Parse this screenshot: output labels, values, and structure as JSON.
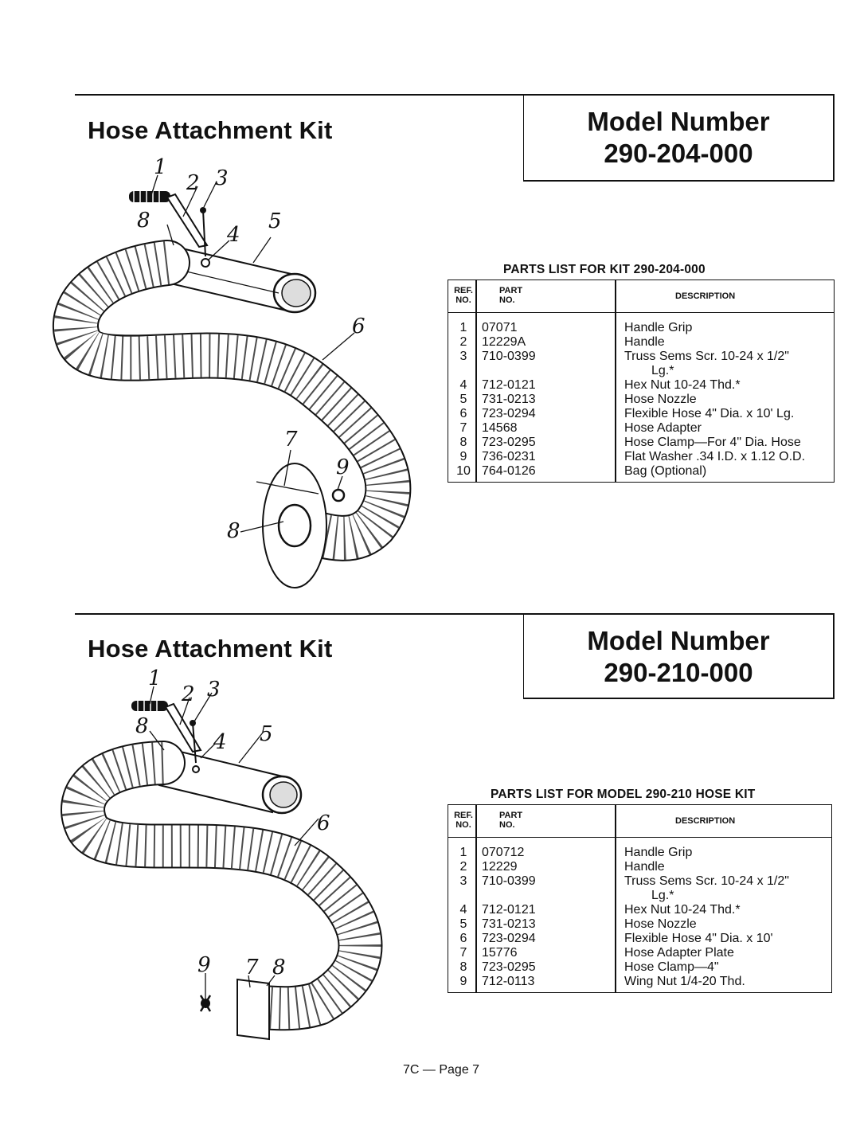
{
  "kits": [
    {
      "title": "Hose Attachment Kit",
      "model_label": "Model Number",
      "model_number": "290-204-000",
      "parts_heading": "PARTS LIST FOR KIT 290-204-000",
      "columns": {
        "ref_line1": "REF.",
        "ref_line2": "NO.",
        "part_line1": "PART",
        "part_line2": "NO.",
        "description": "DESCRIPTION"
      },
      "rows": [
        {
          "ref": "1",
          "part": "07071",
          "desc": "Handle Grip"
        },
        {
          "ref": "2",
          "part": "12229A",
          "desc": "Handle"
        },
        {
          "ref": "3",
          "part": "710-0399",
          "desc": "Truss Sems Scr. 10-24 x 1/2\"",
          "desc2": "Lg.*"
        },
        {
          "ref": "4",
          "part": "712-0121",
          "desc": "Hex Nut 10-24 Thd.*"
        },
        {
          "ref": "5",
          "part": "731-0213",
          "desc": "Hose Nozzle"
        },
        {
          "ref": "6",
          "part": "723-0294",
          "desc": "Flexible Hose 4\" Dia. x 10' Lg."
        },
        {
          "ref": "7",
          "part": "14568",
          "desc": "Hose Adapter"
        },
        {
          "ref": "8",
          "part": "723-0295",
          "desc": "Hose Clamp—For 4\" Dia. Hose"
        },
        {
          "ref": "9",
          "part": "736-0231",
          "desc": "Flat Washer .34 I.D. x 1.12 O.D."
        },
        {
          "ref": "10",
          "part": "764-0126",
          "desc": "Bag (Optional)"
        }
      ],
      "callouts": [
        "1",
        "2",
        "3",
        "4",
        "5",
        "6",
        "7",
        "8",
        "9",
        "8"
      ]
    },
    {
      "title": "Hose Attachment Kit",
      "model_label": "Model Number",
      "model_number": "290-210-000",
      "parts_heading": "PARTS LIST FOR MODEL 290-210 HOSE KIT",
      "columns": {
        "ref_line1": "REF.",
        "ref_line2": "NO.",
        "part_line1": "PART",
        "part_line2": "NO.",
        "description": "DESCRIPTION"
      },
      "rows": [
        {
          "ref": "1",
          "part": "070712",
          "desc": "Handle Grip"
        },
        {
          "ref": "2",
          "part": "12229",
          "desc": "Handle"
        },
        {
          "ref": "3",
          "part": "710-0399",
          "desc": "Truss Sems Scr. 10-24 x 1/2\"",
          "desc2": "Lg.*"
        },
        {
          "ref": "4",
          "part": "712-0121",
          "desc": "Hex Nut 10-24 Thd.*"
        },
        {
          "ref": "5",
          "part": "731-0213",
          "desc": "Hose Nozzle"
        },
        {
          "ref": "6",
          "part": "723-0294",
          "desc": "Flexible Hose 4\" Dia. x 10'"
        },
        {
          "ref": "7",
          "part": "15776",
          "desc": "Hose Adapter Plate"
        },
        {
          "ref": "8",
          "part": "723-0295",
          "desc": "Hose Clamp—4\""
        },
        {
          "ref": "9",
          "part": "712-0113",
          "desc": "Wing Nut 1/4-20 Thd."
        }
      ],
      "callouts": [
        "1",
        "2",
        "3",
        "8",
        "4",
        "5",
        "6",
        "9",
        "7",
        "8"
      ]
    }
  ],
  "footer": "7C — Page 7"
}
